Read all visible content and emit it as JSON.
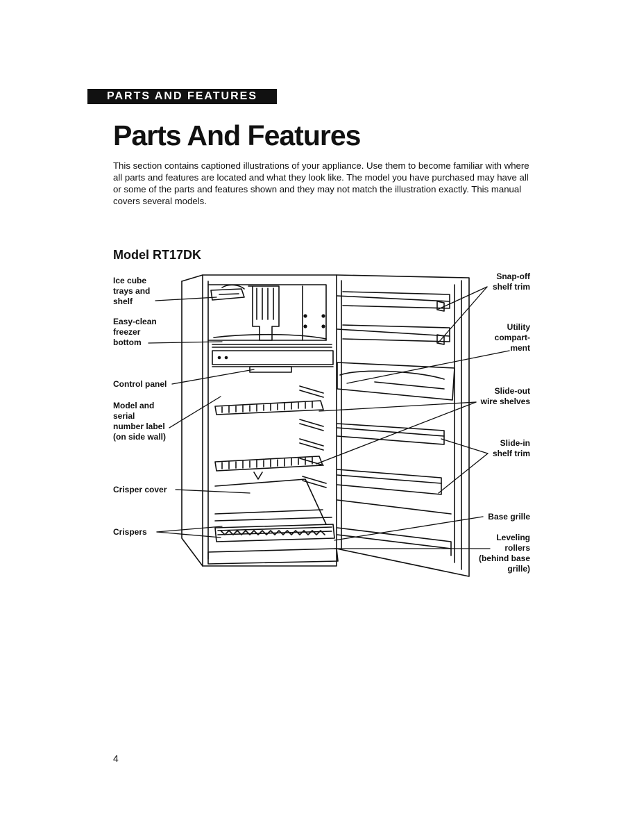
{
  "section_tab": "PARTS AND FEATURES",
  "title": "Parts And Features",
  "intro": "This section contains captioned illustrations of your appliance. Use them to become familiar with where all parts and features are located and what they look like. The model you have purchased may have all or some of the parts and features shown and they may not match the illustration exactly. This manual covers several models.",
  "model_title": "Model RT17DK",
  "labels": {
    "ice_cube": "Ice cube\ntrays and\nshelf",
    "easy_clean": "Easy-clean\nfreezer\nbottom",
    "control_panel": "Control panel",
    "model_serial": "Model and\nserial\nnumber label\n(on side wall)",
    "crisper_cover": "Crisper cover",
    "crispers": "Crispers",
    "snap_off": "Snap-off\nshelf trim",
    "utility": "Utility\ncompart-\nment",
    "slide_out": "Slide-out\nwire shelves",
    "slide_in": "Slide-in\nshelf trim",
    "base_grille": "Base grille",
    "leveling": "Leveling\nrollers\n(behind base\ngrille)"
  },
  "page_number": "4"
}
